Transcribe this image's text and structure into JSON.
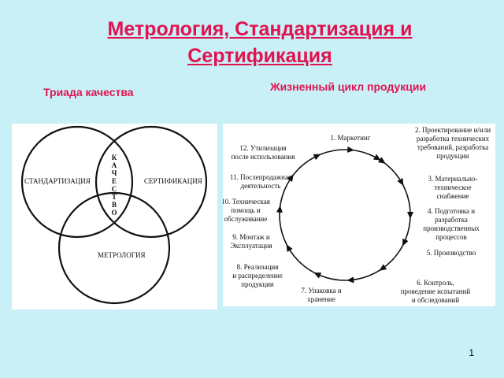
{
  "title": {
    "line1": "Метрология, Стандартизация и",
    "line2": "Сертификация"
  },
  "left_heading": "Триада качества",
  "right_heading": "Жизненный цикл продукции",
  "triad": {
    "standardization": "СТАНДАРТИЗАЦИЯ",
    "certification": "СЕРТИФИКАЦИЯ",
    "metrology": "МЕТРОЛОГИЯ",
    "quality_letters": [
      "К",
      "А",
      "Ч",
      "Е",
      "С",
      "Т",
      "В",
      "О"
    ]
  },
  "cycle": {
    "stages": [
      {
        "lines": [
          "1. Маркетинг"
        ]
      },
      {
        "lines": [
          "2. Проектирование и/или",
          "разработка технических",
          "требований, разработка",
          "продукции"
        ]
      },
      {
        "lines": [
          "3. Материально-",
          "техническое",
          "снабжение"
        ]
      },
      {
        "lines": [
          "4. Подготовка и",
          "разработка",
          "производственных",
          "процессов"
        ]
      },
      {
        "lines": [
          "5. Производство"
        ]
      },
      {
        "lines": [
          "6. Контроль,",
          "проведение испытаний",
          "и обследований"
        ]
      },
      {
        "lines": [
          "7. Упаковка и",
          "хранение"
        ]
      },
      {
        "lines": [
          "8. Реализация",
          "и распределение",
          "продукции"
        ]
      },
      {
        "lines": [
          "9. Монтаж и",
          "Эксплуатация"
        ]
      },
      {
        "lines": [
          "10. Техническая",
          "помощь и",
          "обслуживание"
        ]
      },
      {
        "lines": [
          "11. Послепродажная",
          "деятельность"
        ]
      },
      {
        "lines": [
          "12. Утилизация",
          "после использования"
        ]
      }
    ]
  },
  "page_number": "1"
}
